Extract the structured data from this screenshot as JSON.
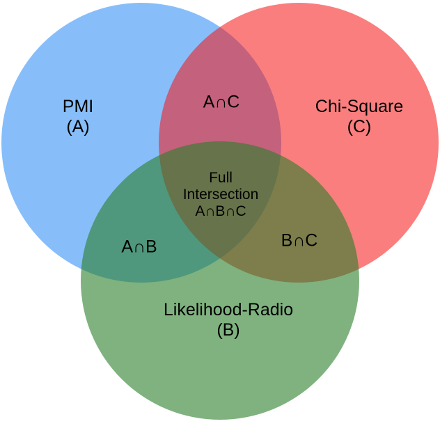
{
  "background_color": "#ffffff",
  "text_color": "#000000",
  "diagram_type": "venn-3-set",
  "sets": {
    "a": {
      "name": "PMI",
      "code": "(A)",
      "region_color": "#87befa"
    },
    "b": {
      "name": "Likelihood-Radio",
      "code": "(B)",
      "region_color": "#7fb27f"
    },
    "c": {
      "name": "Chi-Square",
      "code": "(C)",
      "region_color": "#f98080"
    }
  },
  "intersections": {
    "ac": {
      "label": "A∩C",
      "region_color": "#b4627f"
    },
    "ab": {
      "label": "A∩B",
      "region_color": "#3e8d7e"
    },
    "bc": {
      "label": "B∩C",
      "region_color": "#857a3b"
    },
    "abc": {
      "lines": [
        "Full",
        "Intersection",
        "A∩B∩C"
      ],
      "region_color": "#646442"
    }
  }
}
